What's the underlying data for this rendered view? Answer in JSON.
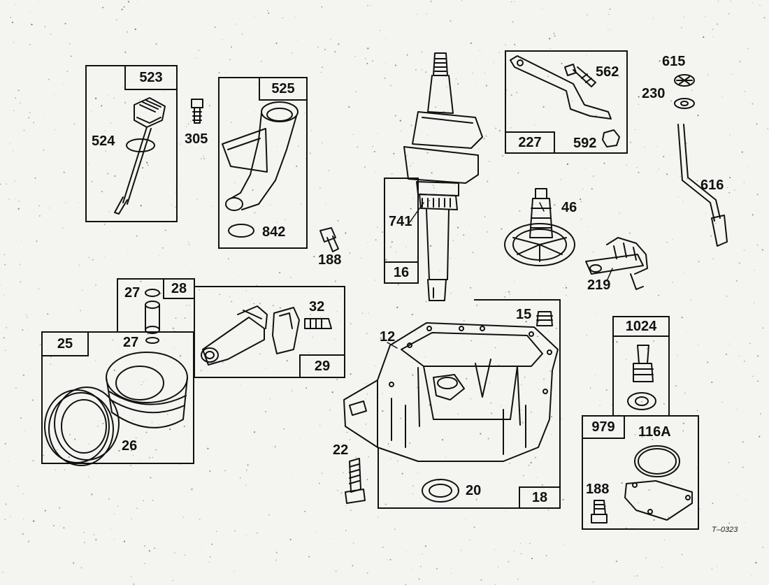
{
  "colors": {
    "ink": "#111111",
    "paper": "#f4f4f1"
  },
  "boxes": {
    "b523": "523",
    "b525": "525",
    "b227": "227",
    "b16": "16",
    "b28": "28",
    "b29": "29",
    "b25": "25",
    "b1024": "1024",
    "b979": "979",
    "b18": "18"
  },
  "labels": {
    "l524": "524",
    "l305": "305",
    "l842": "842",
    "l188a": "188",
    "l741": "741",
    "l562": "562",
    "l592": "592",
    "l615": "615",
    "l230": "230",
    "l616": "616",
    "l46": "46",
    "l219": "219",
    "l27a": "27",
    "l27b": "27",
    "l32": "32",
    "l26": "26",
    "l12": "12",
    "l15": "15",
    "l22": "22",
    "l20": "20",
    "l116a": "116A",
    "l188b": "188"
  },
  "drawing_code": "T–0323"
}
